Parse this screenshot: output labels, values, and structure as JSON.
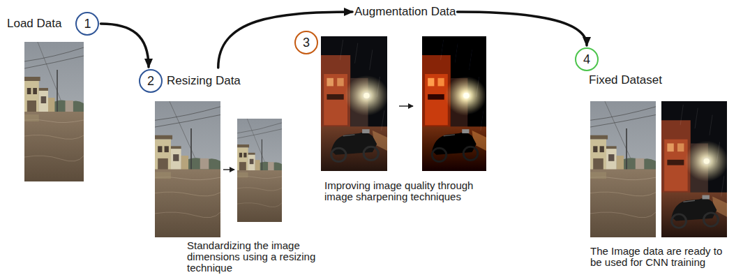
{
  "diagram": {
    "nodes": [
      {
        "text": [
          "Load Data",
          "1"
        ]
      },
      {
        "text": [
          "2",
          "Resizing Data"
        ]
      },
      {
        "text": [
          "Augmentation Data",
          "3"
        ]
      },
      {
        "text": [
          "4",
          "Fixed Dataset"
        ]
      }
    ],
    "edges": [
      {
        "from": 0,
        "to": 1,
        "arrow": "to"
      },
      {
        "from": 1,
        "to": 2,
        "arrow": "to"
      },
      {
        "from": 2,
        "to": 3,
        "arrow": "to"
      }
    ],
    "labels": [
      "Standardizing the image dimensions using a resizing technique",
      "Improving image quality through image sharpening techniques",
      "The Image data are ready to be used for CNN training"
    ]
  }
}
